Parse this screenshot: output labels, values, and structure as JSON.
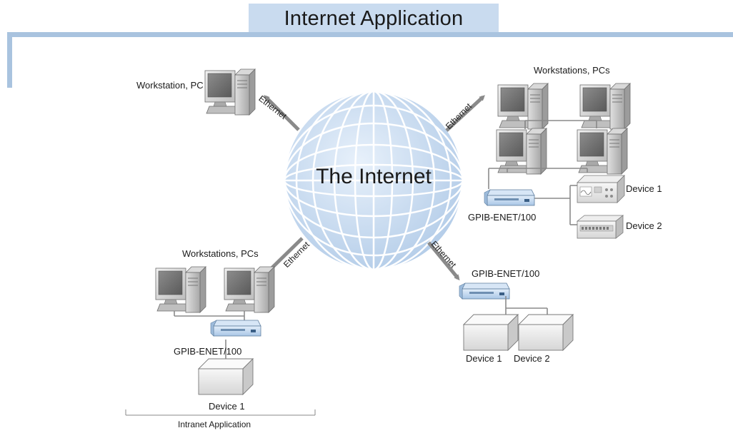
{
  "title": "Internet Application",
  "globe_label": "The Internet",
  "link_label": "Ethernet",
  "nodes": {
    "top_left": {
      "label": "Workstation, PC"
    },
    "top_right": {
      "label": "Workstations, PCs",
      "adapter": "GPIB-ENET/100",
      "device_a": "Device 1",
      "device_b": "Device 2"
    },
    "bottom_left": {
      "label": "Workstations, PCs",
      "adapter": "GPIB-ENET/100",
      "device": "Device 1",
      "footer": "Intranet Application"
    },
    "bottom_right": {
      "adapter": "GPIB-ENET/100",
      "device_a": "Device 1",
      "device_b": "Device 2"
    }
  },
  "colors": {
    "banner": "#c9dbef",
    "frame": "#a9c3df",
    "globe": "#c6d9ee",
    "arrow": "#8a8a8a"
  }
}
